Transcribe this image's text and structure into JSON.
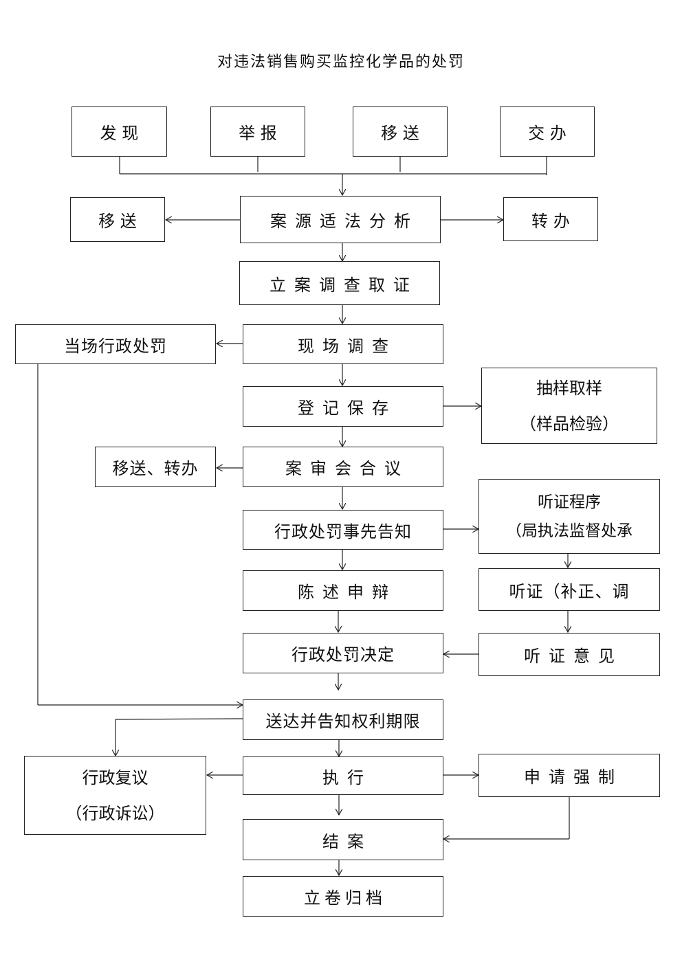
{
  "title": "对违法销售购买监控化学品的处罚",
  "sources": [
    "发 现",
    "举 报",
    "移 送",
    "交 办"
  ],
  "analysis": "案源适法分析",
  "analysis_left": "移 送",
  "analysis_right": "转 办",
  "filing": "立案调查取证",
  "onsite": "现场调查",
  "onsite_penalty": "当场行政处罚",
  "register": "登记保存",
  "sampling": {
    "line1": "抽样取样",
    "line2": "（样品检验）"
  },
  "review": "案审会合议",
  "review_transfer": "移送、转办",
  "notice": "行政处罚事先告知",
  "hearing_procedure": {
    "line1": "听证程序",
    "line2": "（局执法监督处承"
  },
  "statement": "陈述申辩",
  "hearing": "听证（补正、调",
  "decision": "行政处罚决定",
  "hearing_opinion": "听证意见",
  "delivery": "送达并告知权利期限",
  "reconsideration": {
    "line1": "行政复议",
    "line2": "（行政诉讼）"
  },
  "execution": "执行",
  "enforcement": "申请强制",
  "closing": "结案",
  "archive": "立卷归档"
}
